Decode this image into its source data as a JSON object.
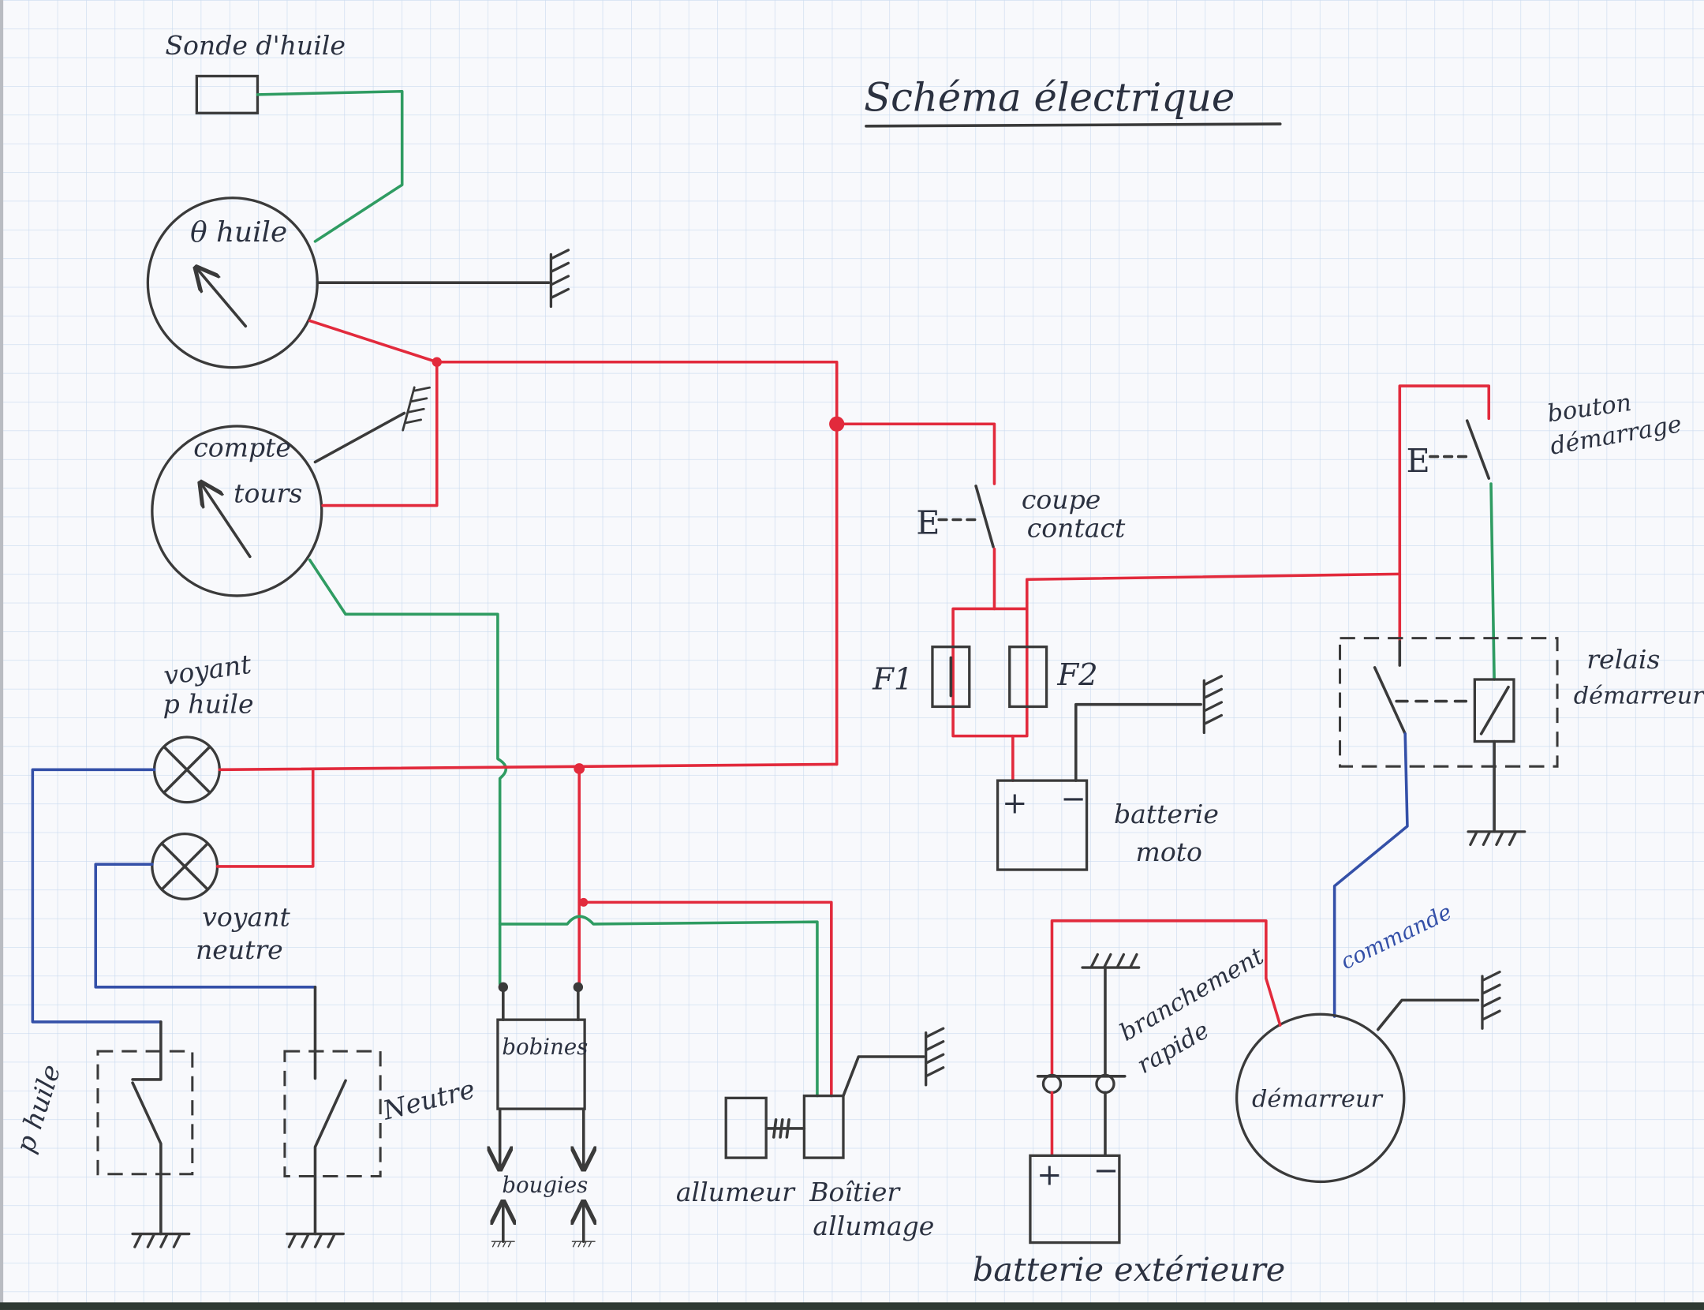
{
  "title": "Schéma électrique",
  "wire_colors": {
    "red": "#e22a3c",
    "green": "#2f9c62",
    "blue": "#3450a8",
    "black": "#3a3a3a"
  },
  "ink_color": "#2b3140",
  "components": {
    "oil_sensor": {
      "label": "Sonde d'huile"
    },
    "oil_temp_gauge": {
      "label": "θ huile"
    },
    "tachometer": {
      "label": [
        "compte",
        "tours"
      ]
    },
    "oil_pressure_lamp": {
      "label": [
        "voyant",
        "p huile"
      ]
    },
    "neutral_lamp": {
      "label": [
        "voyant",
        "neutre"
      ]
    },
    "oil_pressure_switch": {
      "label": "p huile"
    },
    "neutral_switch": {
      "label": "Neutre"
    },
    "coils": {
      "label": "bobines"
    },
    "spark_plugs": {
      "label": "bougies"
    },
    "distributor": {
      "label": "allumeur"
    },
    "ignition_box": {
      "label": [
        "Boîtier",
        "allumage"
      ]
    },
    "kill_switch": {
      "label": [
        "coupe",
        "contact"
      ],
      "actuator": "E"
    },
    "fuse_1": {
      "label": "F1"
    },
    "fuse_2": {
      "label": "F2"
    },
    "bike_battery": {
      "label": [
        "batterie",
        "moto"
      ],
      "positive": "+",
      "negative": "−"
    },
    "start_button": {
      "label": [
        "bouton",
        "démarrage"
      ],
      "actuator": "E"
    },
    "starter_relay": {
      "label": [
        "relais",
        "démarreur"
      ]
    },
    "control_wire": {
      "label": "commande"
    },
    "quick_connect": {
      "label": [
        "branchement",
        "rapide"
      ]
    },
    "starter_motor": {
      "label": "démarreur"
    },
    "external_battery": {
      "label": "batterie extérieure",
      "positive": "+",
      "negative": "−"
    }
  }
}
